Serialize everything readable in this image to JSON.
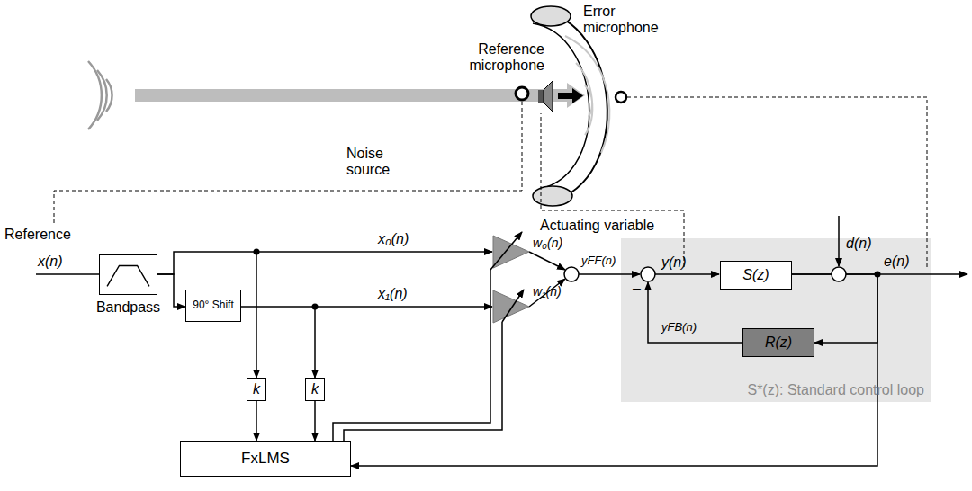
{
  "diagram": {
    "nodes": [
      {
        "text": [
          "Bandpass"
        ]
      },
      {
        "text": [
          "90° Shift"
        ]
      },
      {
        "text": [
          "k"
        ]
      },
      {
        "text": [
          "k"
        ]
      },
      {
        "text": [
          "FxLMS"
        ]
      },
      {
        "text": [
          "S*(z): Standard control loop"
        ]
      },
      {
        "text": [
          "S(z)"
        ],
        "in": 5
      },
      {
        "text": [
          "R(z)"
        ],
        "in": 5
      }
    ],
    "edges": [
      {
        "from": 0,
        "to": 1,
        "arrow": "to"
      },
      {
        "from": 0,
        "to": 2,
        "arrow": "to"
      },
      {
        "from": 1,
        "to": 3,
        "arrow": "to"
      },
      {
        "from": 2,
        "to": 4,
        "arrow": "to"
      },
      {
        "from": 3,
        "to": 4,
        "arrow": "to"
      },
      {
        "from": 6,
        "to": 7,
        "arrow": "to"
      },
      {
        "from": 6,
        "to": 4,
        "arrow": "to"
      }
    ],
    "labels": [
      "Reference microphone",
      "Error microphone",
      "Noise source",
      "Reference",
      "x(n)",
      "x₀(n)",
      "x₁(n)",
      "w₀(n)",
      "w₁(n)",
      "yFF(n)",
      "Actuating variable",
      "y(n)",
      "d(n)",
      "e(n)",
      "–",
      "yFB(n)"
    ]
  }
}
